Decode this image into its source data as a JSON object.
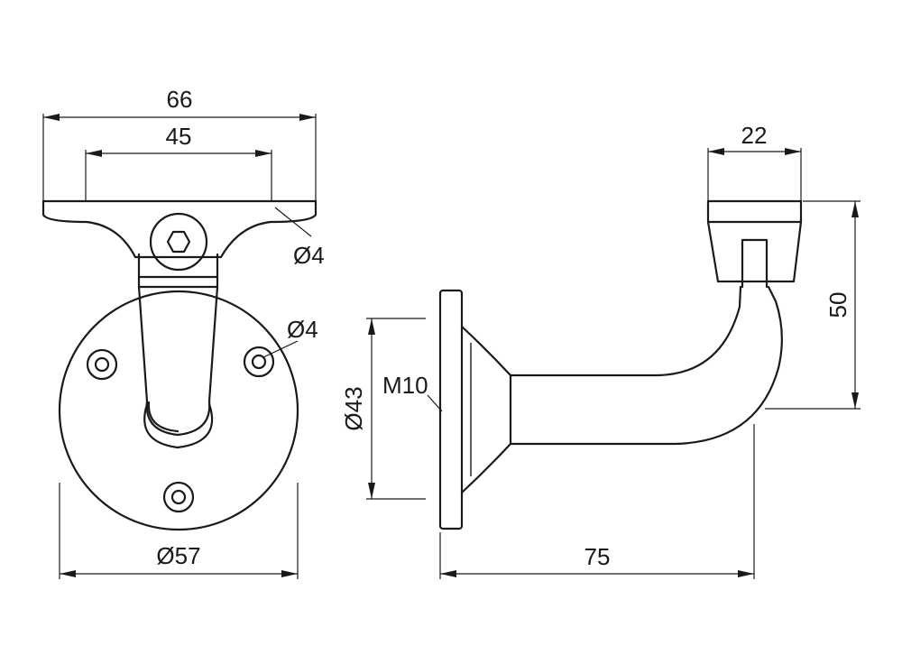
{
  "drawing": {
    "front_view": {
      "plate_width": "66",
      "hole_spacing": "45",
      "top_hole_dia": "Ø4",
      "base_hole_dia": "Ø4",
      "base_dia": "Ø57"
    },
    "side_view": {
      "rail_cup_width": "22",
      "height": "50",
      "flange_dia": "Ø43",
      "thread": "M10",
      "projection": "75"
    }
  }
}
